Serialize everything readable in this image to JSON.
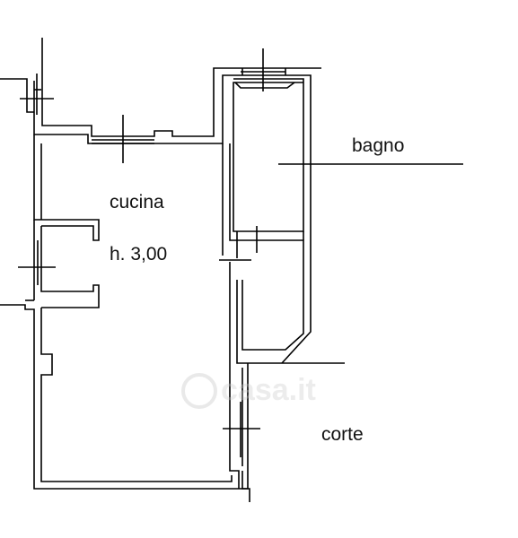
{
  "rooms": {
    "kitchen": "cucina",
    "height": "h. 3,00",
    "bathroom": "bagno",
    "courtyard": "corte"
  },
  "watermark": "casa.it",
  "colors": {
    "wall": "#000000",
    "background": "#ffffff"
  }
}
